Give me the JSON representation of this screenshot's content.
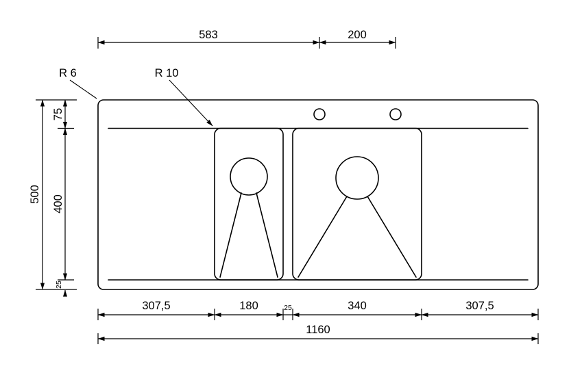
{
  "page": {
    "background": "#ffffff",
    "line_color": "#000000"
  },
  "labels": {
    "top_span_left": "583",
    "top_span_right": "200",
    "corner_radius": "R 6",
    "bowl_radius": "R 10",
    "height_total": "500",
    "height_top_margin": "75",
    "height_bowl": "400",
    "height_bottom_margin": "25",
    "width_left_margin": "307,5",
    "width_small_bowl": "180",
    "width_center_gap": "25",
    "width_large_bowl": "340",
    "width_right_margin": "307,5",
    "width_total": "1160"
  }
}
